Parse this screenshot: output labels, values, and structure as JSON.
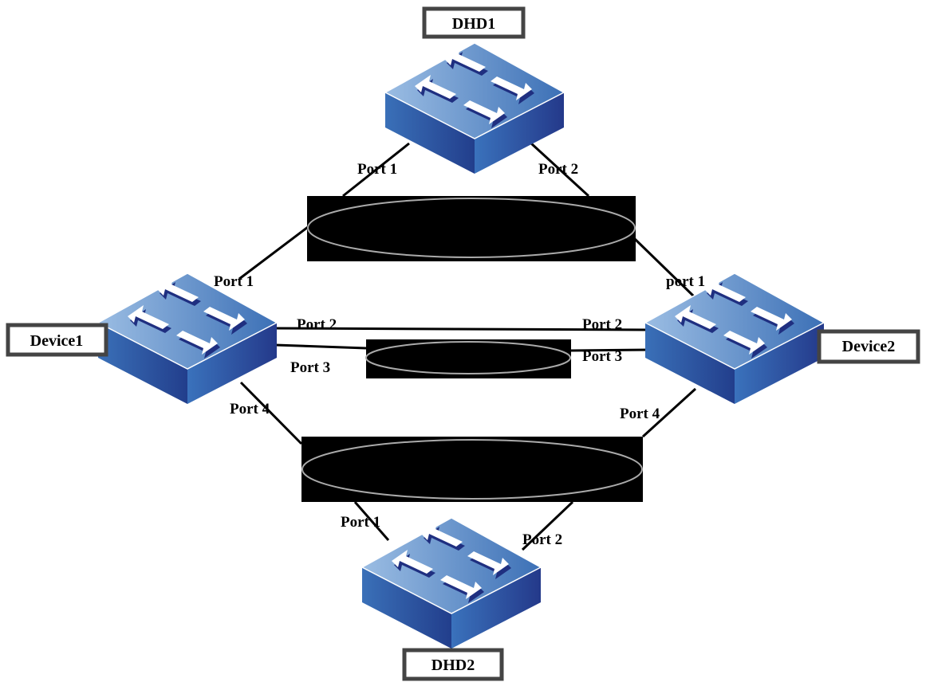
{
  "devices": {
    "dhd1": "DHD1",
    "dhd2": "DHD2",
    "device1": "Device1",
    "device2": "Device2"
  },
  "ports": {
    "dhd1_port1": "Port 1",
    "dhd1_port2": "Port 2",
    "device1_port1": "Port 1",
    "device1_port2": "Port 2",
    "device1_port3": "Port 3",
    "device1_port4": "Port 4",
    "device2_port1": "port 1",
    "device2_port2": "Port 2",
    "device2_port3": "Port 3",
    "device2_port4": "Port 4",
    "dhd2_port1": "Port 1",
    "dhd2_port2": "Port 2"
  },
  "colors": {
    "switch_top_light": "#8fb3dd",
    "switch_top_dark": "#3a6fb5",
    "switch_side": "#2a4f9a",
    "arrow_shadow": "#1f2f80"
  }
}
